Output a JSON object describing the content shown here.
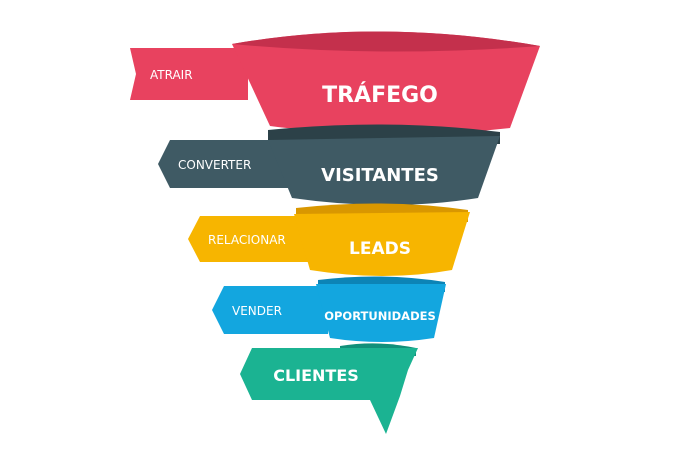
{
  "colors": {
    "pink": "#e8425f",
    "pink_dark": "#c4304c",
    "slate": "#3f5a64",
    "slate_dark": "#2c4148",
    "amber": "#f7b500",
    "amber_dark": "#d99700",
    "blue": "#13a6df",
    "blue_dark": "#0c84b6",
    "green": "#1bb392",
    "green_dark": "#11907a"
  },
  "stages": [
    {
      "action": "ATRAIR",
      "label": "TRÁFEGO"
    },
    {
      "action": "CONVERTER",
      "label": "VISITANTES"
    },
    {
      "action": "RELACIONAR",
      "label": "LEADS"
    },
    {
      "action": "VENDER",
      "label": "OPORTUNIDADES"
    },
    {
      "action": "",
      "label": "CLIENTES"
    }
  ]
}
